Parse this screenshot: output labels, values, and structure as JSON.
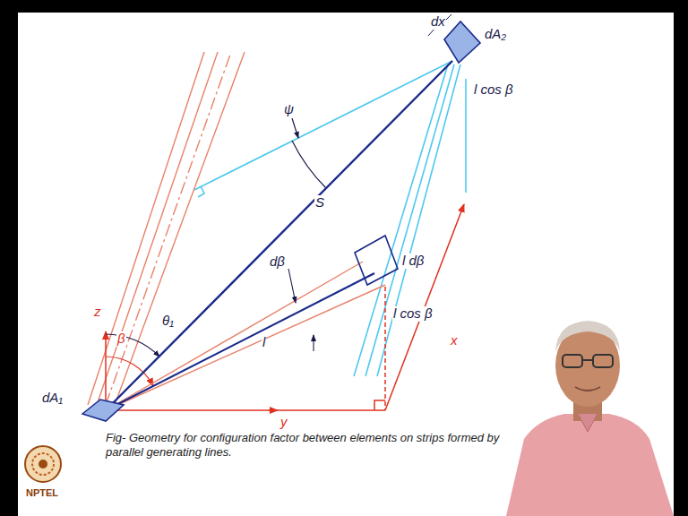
{
  "diagram": {
    "caption": "Fig- Geometry for configuration factor between elements on strips formed by parallel generating lines.",
    "labels": [
      "dA₂",
      "dx",
      "ψ",
      "l cos β",
      "S",
      "l dβ",
      "dβ",
      "l",
      "l cos β",
      "x",
      "z",
      "θ₁",
      "β",
      "y",
      "dA₁",
      "NPTEL"
    ]
  }
}
